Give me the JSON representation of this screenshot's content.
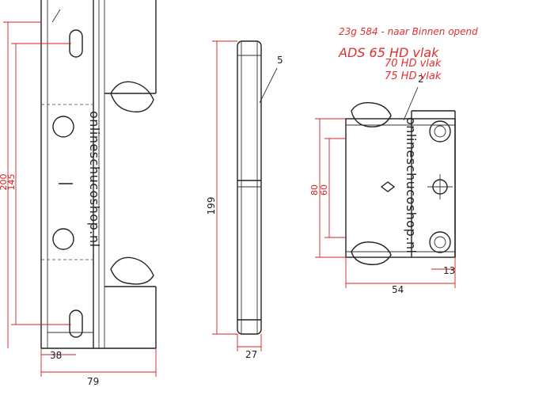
{
  "annotations": {
    "line1": "23g 584 - naar Binnen opend",
    "line2": "ADS 65 HD vlak",
    "line3": "70 HD vlak",
    "line4": "75 HD vlak"
  },
  "watermark": "onlineschucoshop.nl",
  "dimensions": {
    "left_height_outer": "200",
    "left_height_inner": "145",
    "left_offset": "38",
    "left_width": "79",
    "pin_length": "199",
    "pin_diameter": "27",
    "right_height_outer": "80",
    "right_height_inner": "60",
    "right_width": "54",
    "right_offset": "13"
  },
  "callouts": {
    "pin_label": "5",
    "right_label": "2"
  }
}
